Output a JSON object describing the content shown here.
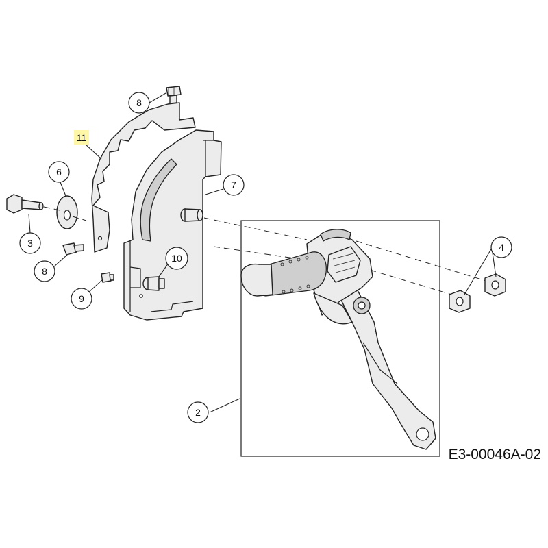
{
  "figure_code": "E3-00046A-02",
  "callouts": {
    "c2": "2",
    "c3": "3",
    "c4": "4",
    "c6": "6",
    "c7": "7",
    "c8_top": "8",
    "c8_left": "8",
    "c9": "9",
    "c10": "10",
    "c11": "11"
  },
  "colors": {
    "highlight": "#fff7a8",
    "line": "#222222",
    "part_fill": "#ececec"
  }
}
